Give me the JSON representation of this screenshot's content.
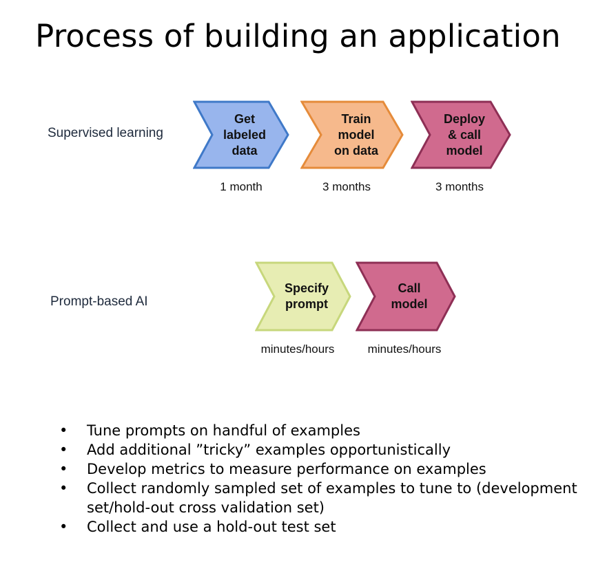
{
  "title": "Process of building an application",
  "supervised": {
    "label": "Supervised learning",
    "steps": [
      {
        "line1": "Get",
        "line2": "labeled",
        "line3": "data",
        "duration": "1 month",
        "fill": "#98b5ed",
        "stroke": "#3f79c8"
      },
      {
        "line1": "Train",
        "line2": "model",
        "line3": "on data",
        "duration": "3 months",
        "fill": "#f6b98c",
        "stroke": "#e58b3a"
      },
      {
        "line1": "Deploy",
        "line2": "& call",
        "line3": "model",
        "duration": "3 months",
        "fill": "#d06a8e",
        "stroke": "#8e2f55"
      }
    ]
  },
  "prompt": {
    "label": "Prompt-based AI",
    "steps": [
      {
        "line1": "Specify",
        "line2": "prompt",
        "duration": "minutes/hours",
        "fill": "#e7edb3",
        "stroke": "#c7d77c"
      },
      {
        "line1": "Call",
        "line2": "model",
        "duration": "minutes/hours",
        "fill": "#d06a8e",
        "stroke": "#8e2f55"
      }
    ]
  },
  "bullets": [
    "Tune prompts on handful of examples",
    "Add additional ”tricky” examples opportunistically",
    "Develop metrics to measure performance on examples",
    "Collect randomly sampled set of examples to tune to (development set/hold-out cross validation set)",
    "Collect and use a hold-out test set"
  ],
  "bullet_glyph": "•"
}
